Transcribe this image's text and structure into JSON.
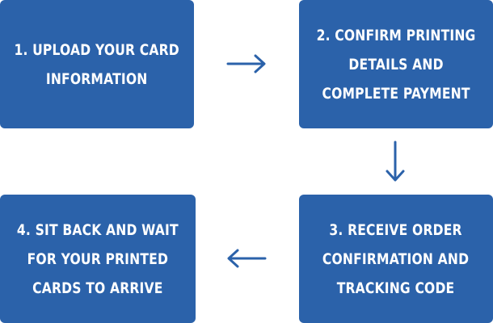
{
  "steps": [
    {
      "lines": [
        "1. Upload your card",
        "information"
      ]
    },
    {
      "lines": [
        "2. Confirm printing",
        "details and",
        "complete payment"
      ]
    },
    {
      "lines": [
        "3. Receive order",
        "confirmation and",
        "tracking code"
      ]
    },
    {
      "lines": [
        "4. Sit back and wait",
        "for your printed",
        "cards to arrive"
      ]
    }
  ],
  "colors": {
    "box": "#2b62aa",
    "arrow": "#2b62aa",
    "text": "#ffffff"
  },
  "icons": {
    "arrow_right": "arrow-right-icon",
    "arrow_down": "arrow-down-icon",
    "arrow_left": "arrow-left-icon"
  }
}
